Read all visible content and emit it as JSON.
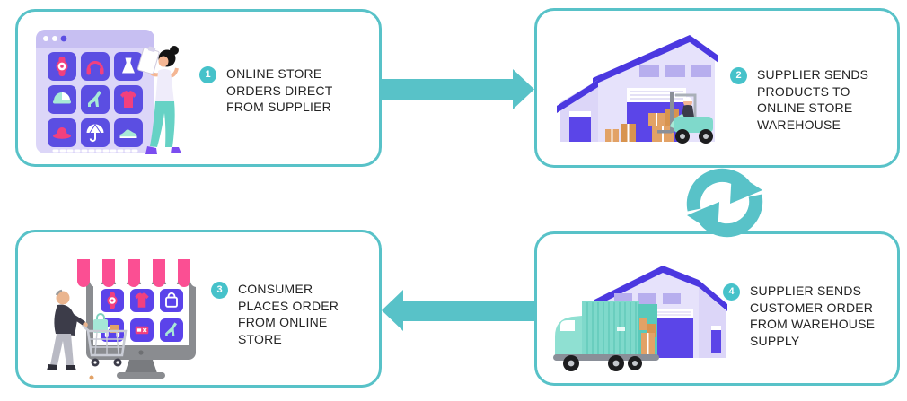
{
  "diagram_name": "online-store-supply-cycle",
  "colors": {
    "teal": "#58c2c8",
    "step_circle": "#46c2ca",
    "tile_purple": "#5b4ee2",
    "roof_purple": "#4b38e0",
    "lavender_light": "#e6e2fb",
    "lavender_mid": "#b7aeee",
    "pink": "#f2407e",
    "awning_pink": "#fb4f93",
    "mint": "#a7e9d6",
    "truck_teal": "#7fd9cb",
    "box_orange": "#e2a266",
    "text": "#232323"
  },
  "panels": [
    {
      "step": "1",
      "label": "ONLINE STORE\nORDERS DIRECT\nFROM SUPPLIER",
      "illustration": {
        "name": "online-store-catalog-with-woman",
        "product_tiles": [
          "watch",
          "headphones",
          "dress",
          "cap",
          "high-heel",
          "t-shirt",
          "hat",
          "umbrella",
          "sneaker"
        ]
      }
    },
    {
      "step": "2",
      "label": "SUPPLIER SENDS\nPRODUCTS TO\nONLINE STORE\nWAREHOUSE",
      "illustration": {
        "name": "warehouse-with-forklift-and-boxes"
      }
    },
    {
      "step": "3",
      "label": "CONSUMER\nPLACES ORDER\nFROM ONLINE\nSTORE",
      "illustration": {
        "name": "online-storefront-monitor-with-consumer-cart",
        "product_tiles": [
          "watch",
          "t-shirt",
          "shopping-bag",
          "headphones",
          "sale-tag",
          "high-heel"
        ]
      }
    },
    {
      "step": "4",
      "label": "SUPPLIER SENDS\nCUSTOMER ORDER\nFROM WAREHOUSE\nSUPPLY",
      "illustration": {
        "name": "delivery-truck-at-warehouse"
      }
    }
  ],
  "connectors": [
    {
      "name": "arrow-step1-to-step2",
      "type": "arrow-right"
    },
    {
      "name": "cycle-step2-to-step4",
      "type": "refresh-cycle"
    },
    {
      "name": "arrow-step4-to-step3",
      "type": "arrow-left"
    }
  ]
}
